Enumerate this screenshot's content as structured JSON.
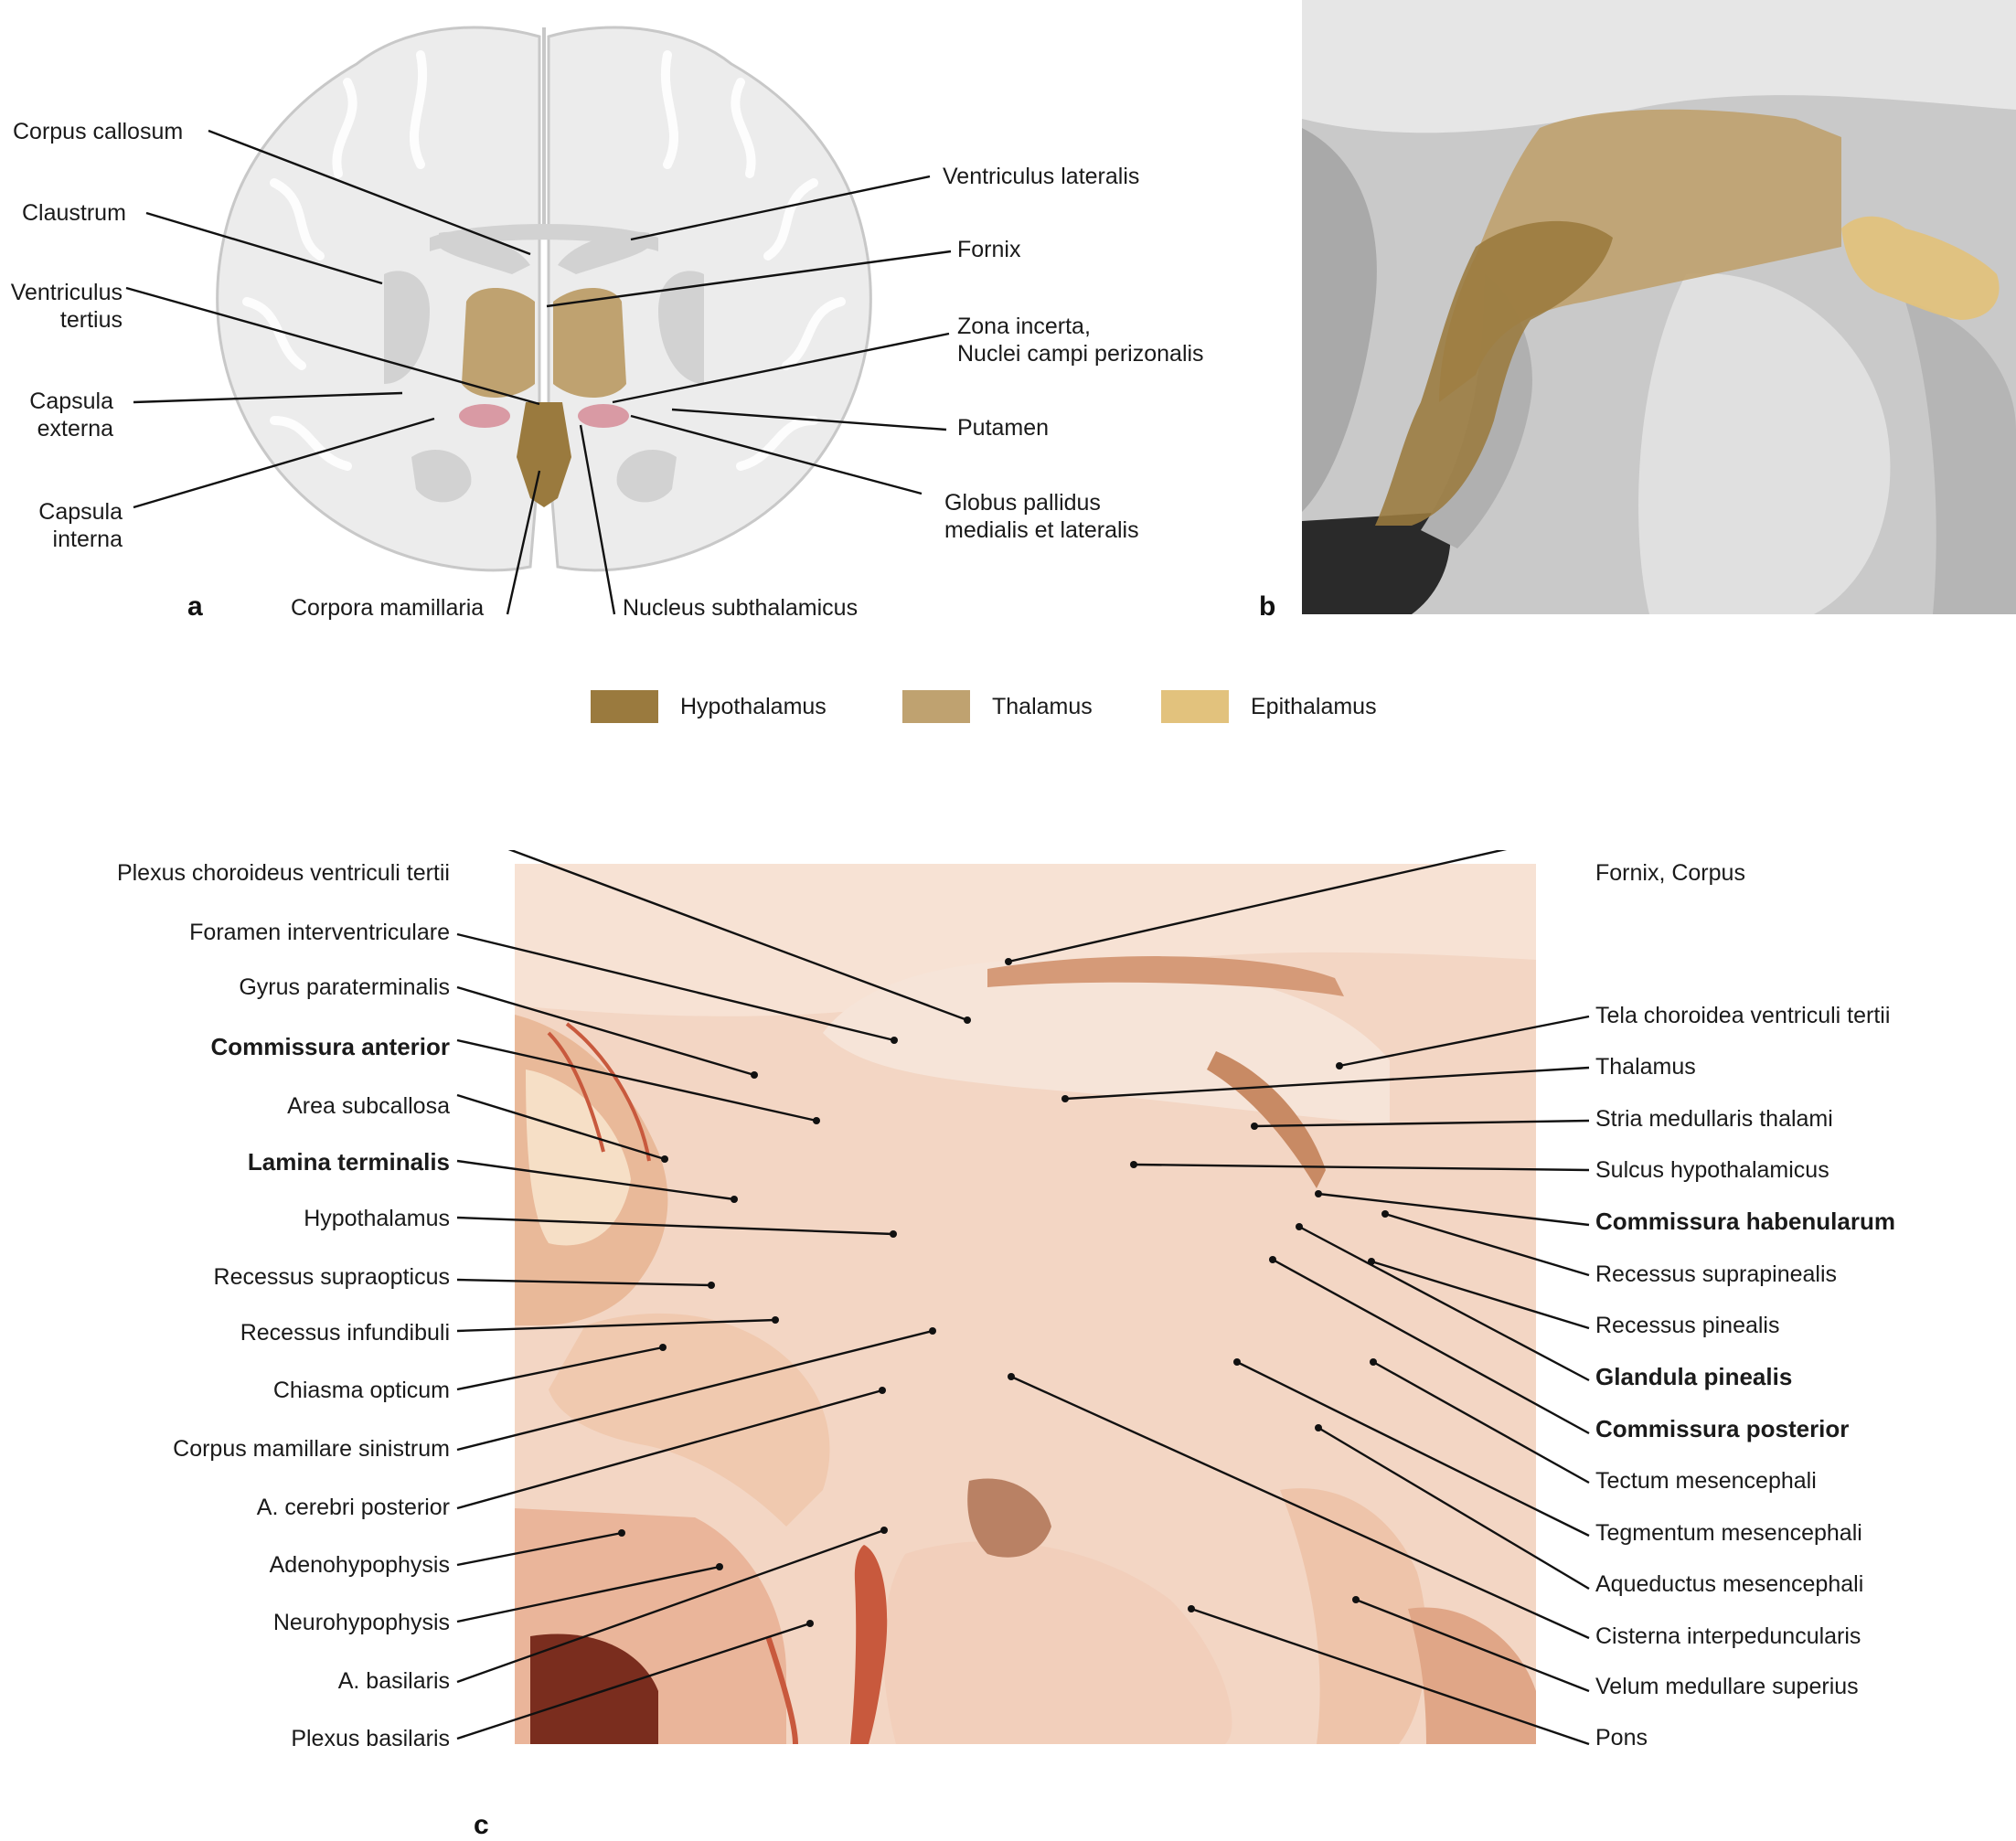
{
  "panels": {
    "a": {
      "letter": "a"
    },
    "b": {
      "letter": "b"
    },
    "c": {
      "letter": "c"
    }
  },
  "colors": {
    "hypothalamus": "#9a7a3e",
    "thalamus": "#bfa270",
    "epithalamus": "#e2c27d",
    "subthalamus_pink": "#d99aa4",
    "brain_gray_light": "#ececec",
    "brain_gray_mid": "#d2d2d2",
    "photo_flesh": "#f3d6c4",
    "photo_red": "#c8593d"
  },
  "legend": [
    {
      "label": "Hypothalamus",
      "color": "#9a7a3e"
    },
    {
      "label": "Thalamus",
      "color": "#bfa270"
    },
    {
      "label": "Epithalamus",
      "color": "#e2c27d"
    }
  ],
  "panel_a_labels": {
    "corpus_callosum": "Corpus callosum",
    "claustrum": "Claustrum",
    "ventriculus_tertius": "Ventriculus\ntertius",
    "capsula_externa": "Capsula\nexterna",
    "capsula_interna": "Capsula\ninterna",
    "corpora_mamillaria": "Corpora mamillaria",
    "nucleus_subthalamicus": "Nucleus subthalamicus",
    "ventriculus_lateralis": "Ventriculus lateralis",
    "fornix": "Fornix",
    "zona_incerta": "Zona incerta,\nNuclei campi perizonalis",
    "putamen": "Putamen",
    "globus_pallidus": "Globus pallidus\nmedialis et lateralis"
  },
  "panel_c_left": [
    {
      "text": "Plexus choroideus ventriculi tertii",
      "bold": false
    },
    {
      "text": "Foramen interventriculare",
      "bold": false
    },
    {
      "text": "Gyrus paraterminalis",
      "bold": false
    },
    {
      "text": "Commissura anterior",
      "bold": true
    },
    {
      "text": "Area subcallosa",
      "bold": false
    },
    {
      "text": "Lamina terminalis",
      "bold": true
    },
    {
      "text": "Hypothalamus",
      "bold": false
    },
    {
      "text": "Recessus supraopticus",
      "bold": false
    },
    {
      "text": "Recessus infundibuli",
      "bold": false
    },
    {
      "text": "Chiasma opticum",
      "bold": false
    },
    {
      "text": "Corpus mamillare sinistrum",
      "bold": false
    },
    {
      "text": "A. cerebri posterior",
      "bold": false
    },
    {
      "text": "Adenohypophysis",
      "bold": false
    },
    {
      "text": "Neurohypophysis",
      "bold": false
    },
    {
      "text": "A. basilaris",
      "bold": false
    },
    {
      "text": "Plexus basilaris",
      "bold": false
    }
  ],
  "panel_c_right": [
    {
      "text": "Fornix, Corpus",
      "bold": false
    },
    {
      "text": "Tela choroidea ventriculi tertii",
      "bold": false
    },
    {
      "text": "Thalamus",
      "bold": false
    },
    {
      "text": "Stria medullaris thalami",
      "bold": false
    },
    {
      "text": "Sulcus hypothalamicus",
      "bold": false
    },
    {
      "text": "Commissura habenularum",
      "bold": true
    },
    {
      "text": "Recessus suprapinealis",
      "bold": false
    },
    {
      "text": "Recessus pinealis",
      "bold": false
    },
    {
      "text": "Glandula pinealis",
      "bold": true
    },
    {
      "text": "Commissura posterior",
      "bold": true
    },
    {
      "text": "Tectum mesencephali",
      "bold": false
    },
    {
      "text": "Tegmentum mesencephali",
      "bold": false
    },
    {
      "text": "Aqueductus mesencephali",
      "bold": false
    },
    {
      "text": "Cisterna interpeduncularis",
      "bold": false
    },
    {
      "text": "Velum medullare superius",
      "bold": false
    },
    {
      "text": "Pons",
      "bold": false
    }
  ]
}
